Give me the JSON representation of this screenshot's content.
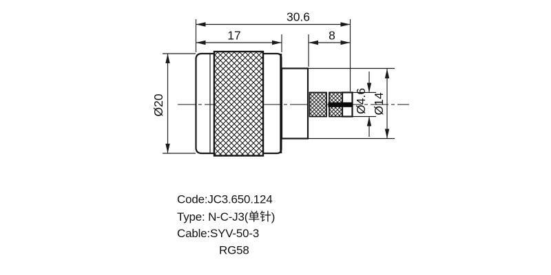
{
  "drawing": {
    "dimensions": {
      "overall_length": "30.6",
      "body_length": "17",
      "tail_length": "8",
      "body_diameter": "Ø20",
      "pin_diameter": "Ø4.6",
      "rear_diameter": "Ø14"
    },
    "notes": {
      "code": "Code:JC3.650.124",
      "type": "Type: N-C-J3(单针)",
      "cable": "Cable:SYV-50-3",
      "cable_alt": "RG58"
    },
    "colors": {
      "line": "#1a1a1a",
      "background": "#ffffff"
    }
  }
}
